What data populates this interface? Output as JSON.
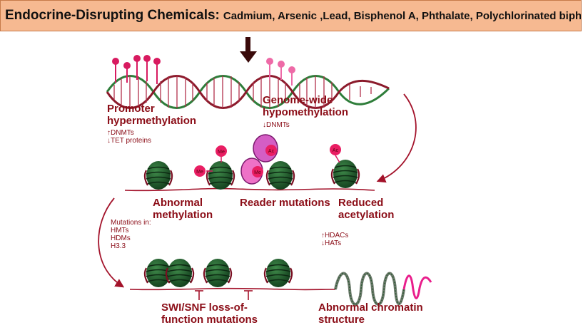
{
  "header": {
    "title": "Endocrine-Disrupting Chemicals:",
    "chemicals": "Cadmium, Arsenic ,Lead, Bisphenol A, Phthalate, Polychlorinated biphenyl"
  },
  "labels": {
    "promoter_title_1": "Promoter",
    "promoter_title_2": "hypermethylation",
    "promoter_note_1": "↑DNMTs",
    "promoter_note_2": "↓TET proteins",
    "genome_title_1": "Genome-wide",
    "genome_title_2": "hypomethylation",
    "genome_note": "↓DNMTs",
    "abnormal_meth_1": "Abnormal",
    "abnormal_meth_2": "methylation",
    "reader_mutations": "Reader mutations",
    "reduced_acet_1": "Reduced",
    "reduced_acet_2": "acetylation",
    "mutations_in": "Mutations in:",
    "hmts": "HMTs",
    "hdms": "HDMs",
    "h33": "H3.3",
    "hdacs": "↑HDACs",
    "hats": "↓HATs",
    "swi_1": "SWI/SNF loss-of-",
    "swi_2": "function mutations",
    "chromatin_1": "Abnormal chromatin",
    "chromatin_2": "structure",
    "me": "Me",
    "ac": "Ac"
  },
  "colors": {
    "banner": "#f6b991",
    "label": "#8b0d17",
    "strand": "#a3122a",
    "nucleosome": "#1f5f2e",
    "pin": "#d81b60",
    "reader": "#d95fbf"
  }
}
